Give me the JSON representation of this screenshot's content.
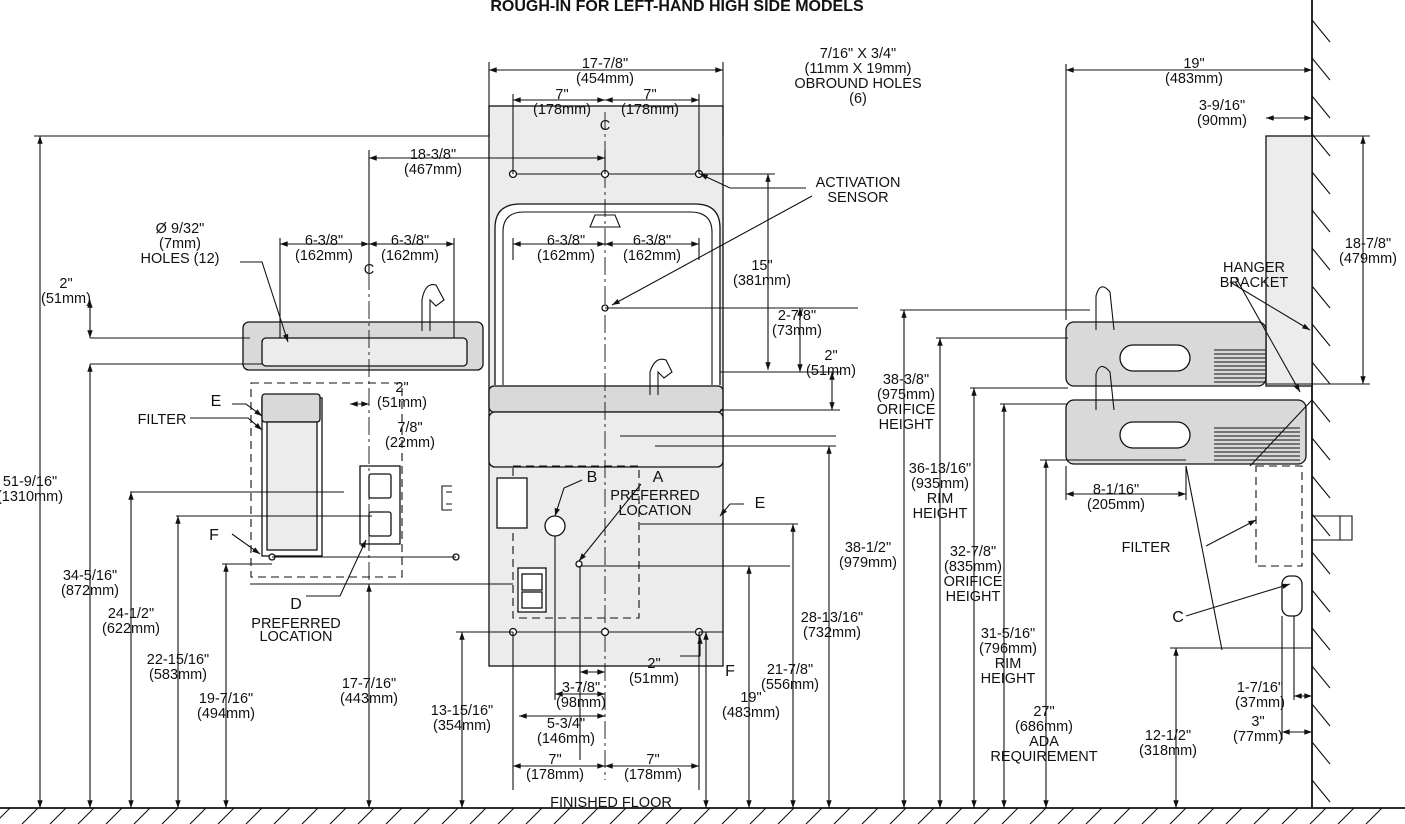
{
  "title": "ROUGH-IN FOR LEFT-HAND HIGH SIDE MODELS",
  "floor_label": "FINISHED FLOOR",
  "centerline_symbol": "C",
  "callouts": [
    {
      "id": "A",
      "text": "A"
    },
    {
      "id": "B",
      "text": "B"
    },
    {
      "id": "C",
      "text": "C"
    },
    {
      "id": "D",
      "text": "D"
    },
    {
      "id": "E1",
      "text": "E"
    },
    {
      "id": "E2",
      "text": "E"
    },
    {
      "id": "F1",
      "text": "F"
    },
    {
      "id": "F2",
      "text": "F"
    }
  ],
  "labels": {
    "preferred1": [
      "PREFERRED",
      "LOCATION"
    ],
    "preferred2": [
      "PREFERRED",
      "LOCATION"
    ],
    "filter1": "FILTER",
    "filter2": "FILTER",
    "activation": [
      "ACTIVATION",
      "SENSOR"
    ],
    "hanger": [
      "HANGER",
      "BRACKET"
    ],
    "holes9": [
      "Ø 9/32\"",
      "(7mm)",
      "HOLES (12)"
    ],
    "obround": [
      "7/16\" X 3/4\"",
      "(11mm X 19mm)",
      "OBROUND HOLES",
      "(6)"
    ]
  },
  "dims": {
    "d1": [
      "17-7/8\"",
      "(454mm)"
    ],
    "d2": [
      "7\"",
      "(178mm)"
    ],
    "d3": [
      "7\"",
      "(178mm)"
    ],
    "d4": [
      "18-3/8\"",
      "(467mm)"
    ],
    "d5": [
      "6-3/8\"",
      "(162mm)"
    ],
    "d6": [
      "6-3/8\"",
      "(162mm)"
    ],
    "d7": [
      "6-3/8\"",
      "(162mm)"
    ],
    "d8": [
      "6-3/8\"",
      "(162mm)"
    ],
    "d9": [
      "15\"",
      "(381mm)"
    ],
    "d10": [
      "2-7/8\"",
      "(73mm)"
    ],
    "d11": [
      "2\"",
      "(51mm)"
    ],
    "d12": [
      "2\"",
      "(51mm)"
    ],
    "d13": [
      "2\"",
      "(51mm)"
    ],
    "d14": [
      "7/8\"",
      "(22mm)"
    ],
    "d15": [
      "51-9/16\"",
      "(1310mm)"
    ],
    "d16": [
      "34-5/16\"",
      "(872mm)"
    ],
    "d17": [
      "24-1/2\"",
      "(622mm)"
    ],
    "d18": [
      "22-15/16\"",
      "(583mm)"
    ],
    "d19": [
      "19-7/16\"",
      "(494mm)"
    ],
    "d20": [
      "17-7/16\"",
      "(443mm)"
    ],
    "d21": [
      "13-15/16\"",
      "(354mm)"
    ],
    "d22": [
      "3-7/8\"",
      "(98mm)"
    ],
    "d23": [
      "2\"",
      "(51mm)"
    ],
    "d24": [
      "5-3/4\"",
      "(146mm)"
    ],
    "d25": [
      "7\"",
      "(178mm)"
    ],
    "d26": [
      "7\"",
      "(178mm)"
    ],
    "d27": [
      "19\"",
      "(483mm)"
    ],
    "d28": [
      "21-7/8\"",
      "(556mm)"
    ],
    "d29": [
      "28-13/16\"",
      "(732mm)"
    ],
    "d30": [
      "38-1/2\"",
      "(979mm)"
    ],
    "d31": [
      "19\"",
      "(483mm)"
    ],
    "d32": [
      "3-9/16\"",
      "(90mm)"
    ],
    "d33": [
      "18-7/8\"",
      "(479mm)"
    ],
    "d34": [
      "38-3/8\"",
      "(975mm)",
      "ORIFICE",
      "HEIGHT"
    ],
    "d35": [
      "36-13/16\"",
      "(935mm)",
      "RIM",
      "HEIGHT"
    ],
    "d36": [
      "32-7/8\"",
      "(835mm)",
      "ORIFICE",
      "HEIGHT"
    ],
    "d37": [
      "31-5/16\"",
      "(796mm)",
      "RIM",
      "HEIGHT"
    ],
    "d38": [
      "27\"",
      "(686mm)",
      "ADA",
      "REQUIREMENT"
    ],
    "d39": [
      "8-1/16\"",
      "(205mm)"
    ],
    "d40": [
      "1-7/16\"",
      "(37mm)"
    ],
    "d41": [
      "3\"",
      "(77mm)"
    ],
    "d42": [
      "12-1/2\"",
      "(318mm)"
    ]
  }
}
